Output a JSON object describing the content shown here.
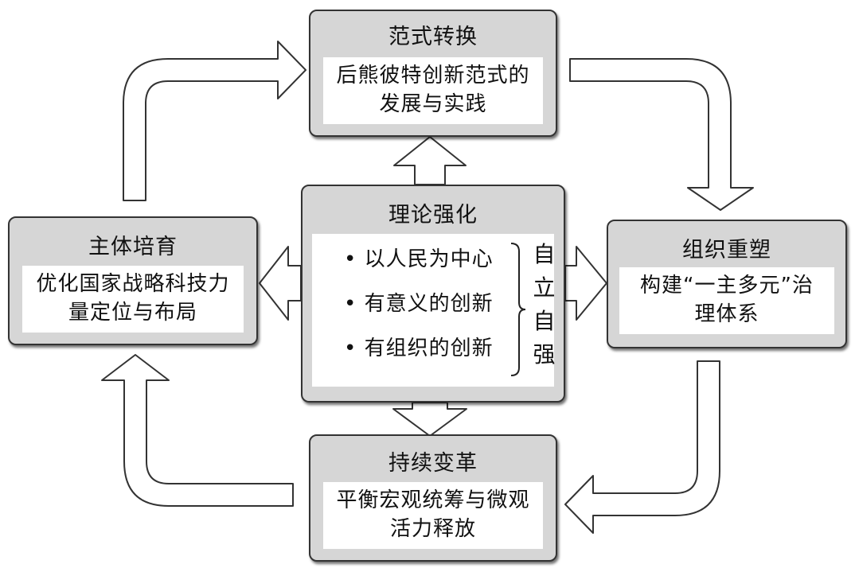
{
  "boxes": {
    "top": {
      "title": "范式转换",
      "line1": "后熊彼特创新范式的",
      "line2": "发展与实践"
    },
    "left": {
      "title": "主体培育",
      "line1": "优化国家战略科技力",
      "line2": "量定位与布局"
    },
    "right": {
      "title": "组织重塑",
      "line1": "构建“一主多元”治",
      "line2": "理体系"
    },
    "bottom": {
      "title": "持续变革",
      "line1": "平衡宏观统筹与微观",
      "line2": "活力释放"
    },
    "center": {
      "title": "理论强化",
      "items": [
        "• 以人民为中心",
        "• 有意义的创新",
        "• 有组织的创新"
      ],
      "bracket_label": [
        "自",
        "立",
        "自",
        "强"
      ]
    }
  },
  "colors": {
    "box_fill": "#d6d6d6",
    "inner_fill": "#ffffff",
    "stroke": "#333333"
  }
}
